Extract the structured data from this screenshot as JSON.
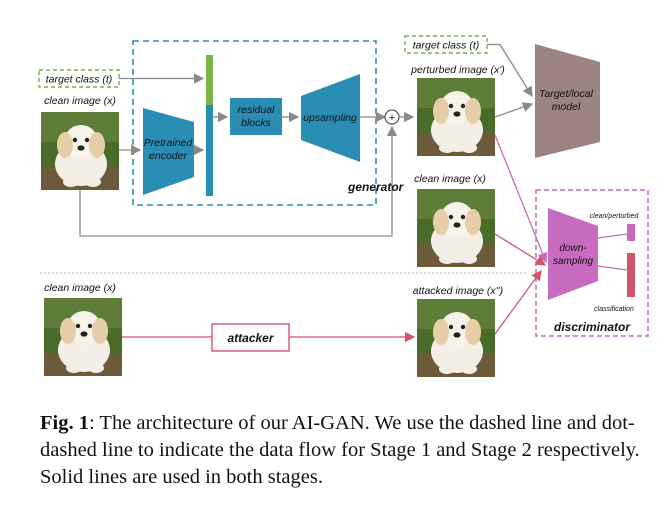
{
  "labels": {
    "target_class_left": "target class (t)",
    "clean_image_top": "clean image (x)",
    "pretrained_encoder": [
      "Pretrained",
      "encoder"
    ],
    "residual_blocks": [
      "residual",
      "blocks"
    ],
    "upsampling": "upsampling",
    "plus": "+",
    "generator": "generator",
    "target_class_right": "target class (t)",
    "perturbed_image": "perturbed image (x')",
    "clean_image_mid": "clean image (x)",
    "target_model": [
      "Target/local",
      "model"
    ],
    "downsampling": [
      "down-",
      "sampling"
    ],
    "clean_perturbed": "clean/perturbed",
    "classification": "classification",
    "discriminator": "discriminator",
    "clean_image_bottom": "clean image (x)",
    "attacker": "attacker",
    "attacked_image": "attacked image (x'')"
  },
  "caption": {
    "fig_label": "Fig. 1",
    "text": ": The architecture of our AI-GAN. We use the dashed line and dot-dashed line to indicate the data flow for Stage 1 and Stage 2 respectively. Solid lines are used in both stages."
  },
  "colors": {
    "blue_block": "#2a8db3",
    "green_bar": "#7ab648",
    "brown_model": "#9c8580",
    "purple": "#c76bc0",
    "red_line": "#d0556b",
    "dash_blue": "#2a8db3",
    "dash_green": "#72b04a",
    "dash_purple": "#c76bc0"
  }
}
